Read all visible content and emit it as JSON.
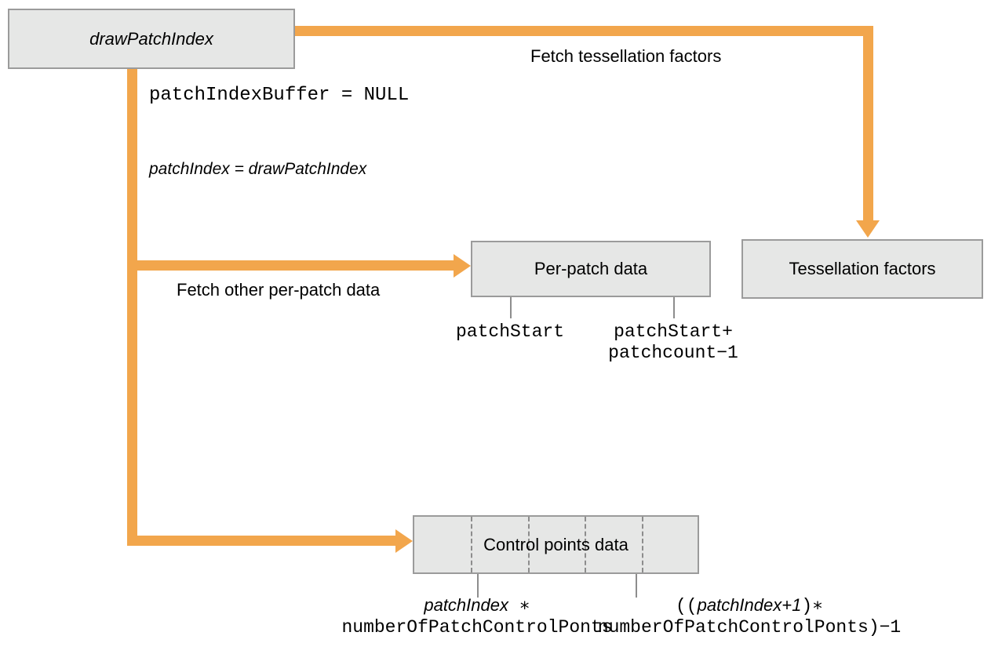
{
  "diagram": {
    "title_node": {
      "label": "drawPatchIndex"
    },
    "nodes": [
      {
        "id": "draw-patch-index",
        "label": "drawPatchIndex",
        "style": "italic"
      },
      {
        "id": "per-patch-data",
        "label": "Per-patch data",
        "style": "regular"
      },
      {
        "id": "tessellation-factors",
        "label": "Tessellation factors",
        "style": "regular"
      },
      {
        "id": "control-points-data",
        "label": "Control points data",
        "style": "regular"
      }
    ],
    "edge_labels": {
      "fetch_tessellation_factors": "Fetch tessellation factors",
      "fetch_other_per_patch_data": "Fetch other per-patch data"
    },
    "annotations": {
      "patch_index_buffer": "patchIndexBuffer = NULL",
      "patch_index_assign": "patchIndex = drawPatchIndex"
    },
    "range_labels": {
      "per_patch_start": "patchStart",
      "per_patch_end_line1": "patchStart+",
      "per_patch_end_line2": "patchcount−1",
      "control_start_line1_italic": "patchIndex",
      "control_start_line1_suffix": " ∗",
      "control_start_line2": "numberOfPatchControlPonts",
      "control_end_line1_prefix": "((",
      "control_end_line1_italic": "patchIndex+1",
      "control_end_line1_suffix": ")∗",
      "control_end_line2": "numberOfPatchControlPonts)−1"
    },
    "colors": {
      "connector": "#f2a64c",
      "node_fill": "#e6e7e6",
      "node_border": "#9b9b9b",
      "tick": "#8d8d8d",
      "text": "#000000",
      "background": "#ffffff"
    }
  }
}
